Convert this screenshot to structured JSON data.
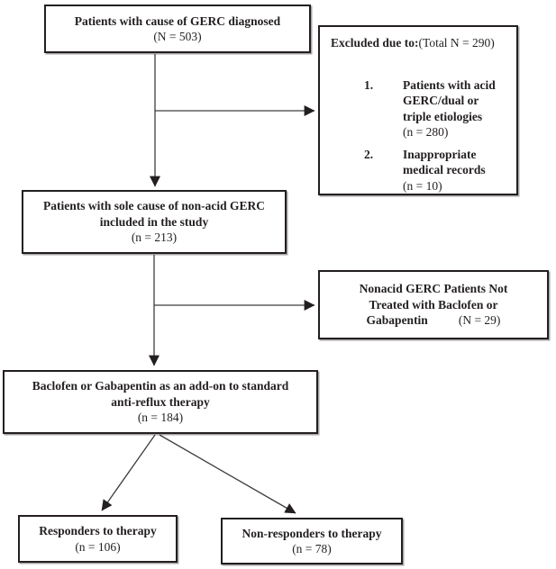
{
  "figure": {
    "colors": {
      "border": "#231f20",
      "text": "#231f20",
      "line": "#3d3d3d",
      "background": "#ffffff"
    },
    "boxes": {
      "diagnosed": {
        "line1": "Patients with cause of GERC diagnosed",
        "line2": "(N = 503)"
      },
      "excluded": {
        "header_bold": "Excluded due to:",
        "header_normal": "(Total N = 290)",
        "items": [
          {
            "num": "1.",
            "lines": [
              "Patients with acid",
              "GERC/dual or",
              "triple etiologies"
            ],
            "count": "(n = 280)"
          },
          {
            "num": "2.",
            "lines": [
              "Inappropriate",
              "medical records"
            ],
            "count": "(n = 10)"
          }
        ]
      },
      "sole_cause": {
        "line1": "Patients with sole cause of non-acid GERC",
        "line2": "included in the study",
        "line3": "(n = 213)"
      },
      "not_treated": {
        "line1": "Nonacid GERC Patients Not",
        "line2": "Treated with Baclofen or",
        "line3_bold": "Gabapentin",
        "line3_normal": "(N = 29)"
      },
      "addon": {
        "line1": "Baclofen or Gabapentin as an add-on to standard",
        "line2": "anti-reflux therapy",
        "line3": "(n = 184)"
      },
      "responders": {
        "line1": "Responders to therapy",
        "line2": "(n = 106)"
      },
      "non_responders": {
        "line1": "Non-responders to therapy",
        "line2": "(n = 78)"
      }
    }
  }
}
